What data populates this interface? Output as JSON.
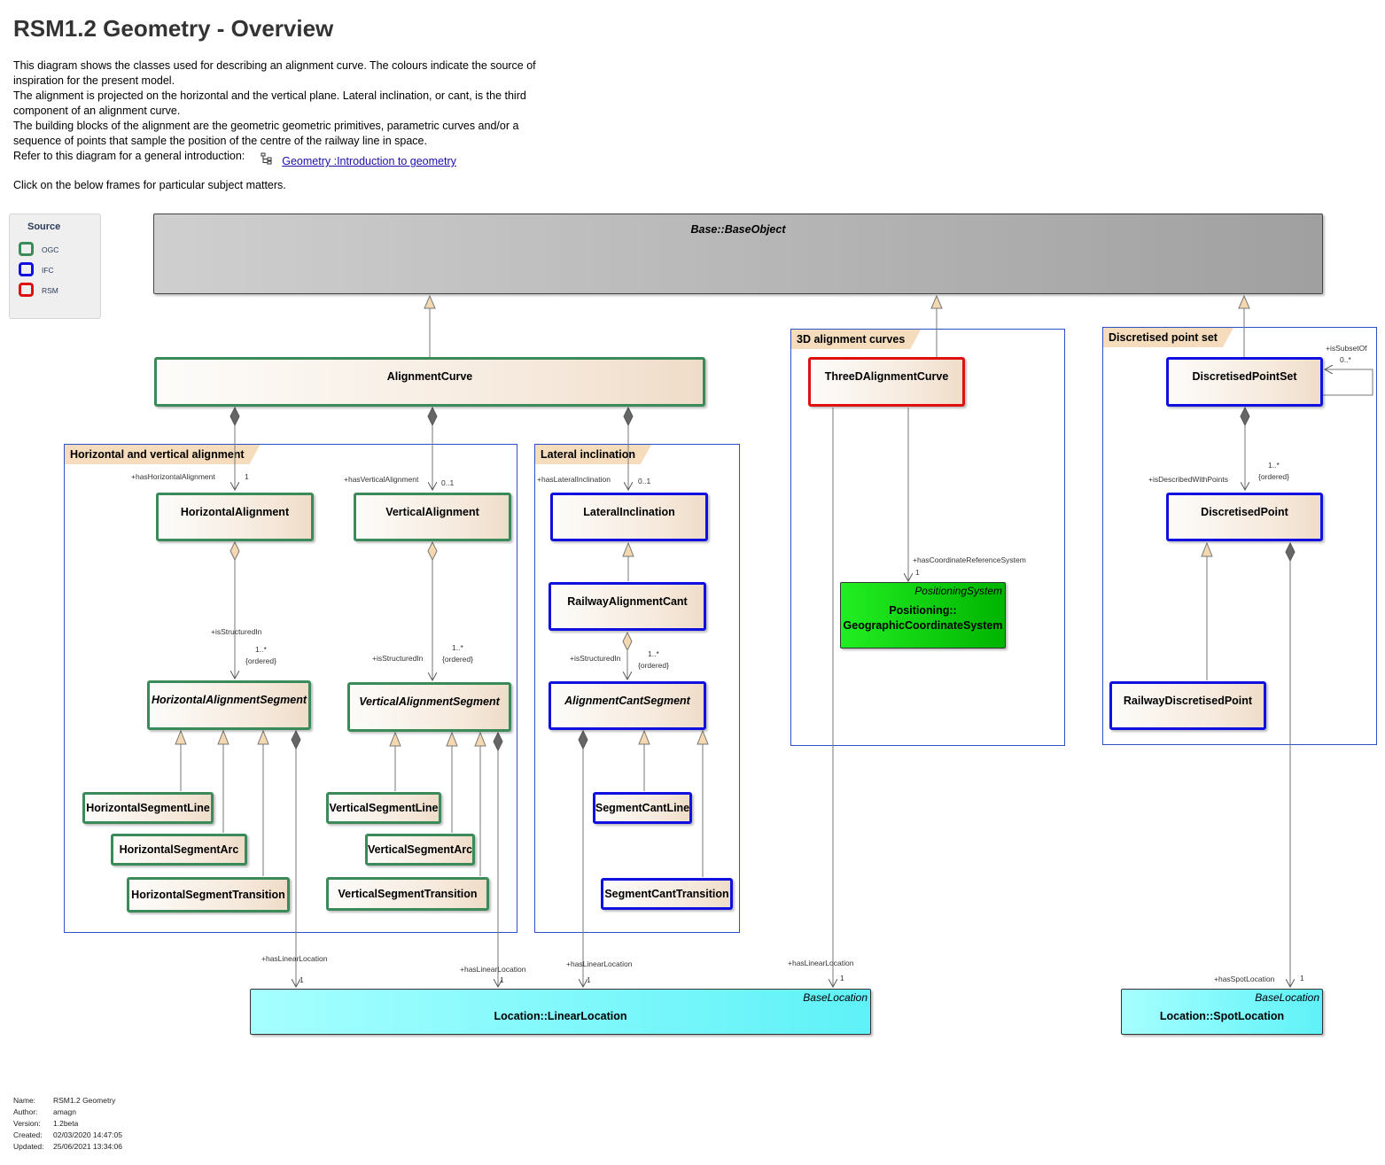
{
  "title": "RSM1.2 Geometry - Overview",
  "description": [
    "This diagram shows the classes used for describing an alignment curve. The colours indicate the source of",
    "inspiration for the present model.",
    "The alignment is projected on the horizontal and the vertical plane. Lateral inclination, or cant, is the third",
    "component of an alignment curve.",
    "The building blocks of the alignment are the geometric geometric primitives, parametric curves and/or a",
    "sequence of points that sample the position of the centre of the railway line in space."
  ],
  "reference": {
    "text": "Refer to this diagram for a general introduction:",
    "link": "Geometry :Introduction to geometry"
  },
  "click_hint": "Click on the below frames for particular subject matters.",
  "legend": {
    "title": "Source",
    "items": [
      {
        "label": "OGC",
        "color": "#3a8a5a"
      },
      {
        "label": "IFC",
        "color": "#1010e0"
      },
      {
        "label": "RSM",
        "color": "#e01010"
      }
    ]
  },
  "frames": {
    "hv": "Horizontal and vertical alignment",
    "lateral": "Lateral inclination",
    "threed": "3D alignment curves",
    "discretised": "Discretised point set"
  },
  "classes": {
    "base": "Base::BaseObject",
    "alignment_curve": "AlignmentCurve",
    "horizontal_alignment": "HorizontalAlignment",
    "vertical_alignment": "VerticalAlignment",
    "horizontal_alignment_segment": "HorizontalAlignmentSegment",
    "vertical_alignment_segment": "VerticalAlignmentSegment",
    "horizontal_segment_line": "HorizontalSegmentLine",
    "horizontal_segment_arc": "HorizontalSegmentArc",
    "horizontal_segment_transition": "HorizontalSegmentTransition",
    "vertical_segment_line": "VerticalSegmentLine",
    "vertical_segment_arc": "VerticalSegmentArc",
    "vertical_segment_transition": "VerticalSegmentTransition",
    "lateral_inclination": "LateralInclination",
    "railway_alignment_cant": "RailwayAlignmentCant",
    "alignment_cant_segment": "AlignmentCantSegment",
    "segment_cant_line": "SegmentCantLine",
    "segment_cant_transition": "SegmentCantTransition",
    "three_d_alignment_curve": "ThreeDAlignmentCurve",
    "positioning_stereotype": "PositioningSystem",
    "positioning_line1": "Positioning::",
    "positioning_line2": "GeographicCoordinateSystem",
    "discretised_point_set": "DiscretisedPointSet",
    "discretised_point": "DiscretisedPoint",
    "railway_discretised_point": "RailwayDiscretisedPoint",
    "linear_location_stereotype": "BaseLocation",
    "linear_location": "Location::LinearLocation",
    "spot_location_stereotype": "BaseLocation",
    "spot_location": "Location::SpotLocation"
  },
  "roles": {
    "has_horizontal_alignment": "+hasHorizontalAlignment",
    "has_horizontal_alignment_mult": "1",
    "has_vertical_alignment": "+hasVerticalAlignment",
    "has_vertical_alignment_mult": "0..1",
    "has_lateral_inclination": "+hasLateralInclination",
    "has_lateral_inclination_mult": "0..1",
    "is_structured_in": "+isStructuredIn",
    "mult_1_many": "1..*",
    "ordered": "{ordered}",
    "has_crs": "+hasCoordinateReferenceSystem",
    "has_crs_mult": "1",
    "is_subset_of": "+isSubsetOf",
    "is_subset_of_mult": "0..*",
    "is_described_with_points": "+isDescribedWithPoints",
    "has_linear_location": "+hasLinearLocation",
    "has_spot_location": "+hasSpotLocation",
    "one": "1"
  },
  "meta": [
    {
      "k": "Name:",
      "v": "RSM1.2 Geometry"
    },
    {
      "k": "Author:",
      "v": "amagn"
    },
    {
      "k": "Version:",
      "v": "1.2beta"
    },
    {
      "k": "Created:",
      "v": "02/03/2020 14:47:05"
    },
    {
      "k": "Updated:",
      "v": "25/06/2021 13:34:06"
    }
  ]
}
